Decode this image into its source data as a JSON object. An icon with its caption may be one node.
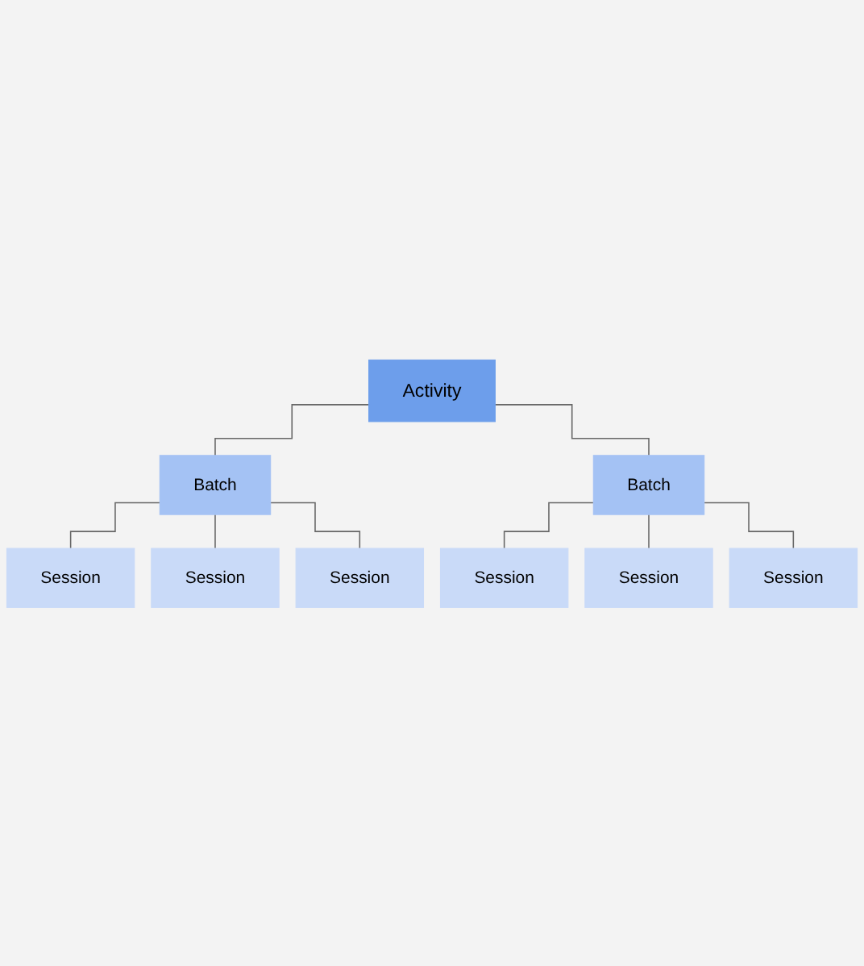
{
  "diagram": {
    "nodes": [
      {
        "text": [
          "Activity"
        ]
      },
      {
        "text": [
          "Batch"
        ]
      },
      {
        "text": [
          "Session"
        ]
      },
      {
        "text": [
          "Session"
        ]
      },
      {
        "text": [
          "Session"
        ]
      },
      {
        "text": [
          "Batch"
        ]
      },
      {
        "text": [
          "Session"
        ]
      },
      {
        "text": [
          "Session"
        ]
      },
      {
        "text": [
          "Session"
        ]
      }
    ],
    "edges": [
      {
        "from": 0,
        "to": 1,
        "arrow": "none"
      },
      {
        "from": 0,
        "to": 5,
        "arrow": "none"
      },
      {
        "from": 1,
        "to": 2,
        "arrow": "none"
      },
      {
        "from": 1,
        "to": 3,
        "arrow": "none"
      },
      {
        "from": 1,
        "to": 4,
        "arrow": "none"
      },
      {
        "from": 5,
        "to": 6,
        "arrow": "none"
      },
      {
        "from": 5,
        "to": 7,
        "arrow": "none"
      },
      {
        "from": 5,
        "to": 8,
        "arrow": "none"
      }
    ]
  }
}
